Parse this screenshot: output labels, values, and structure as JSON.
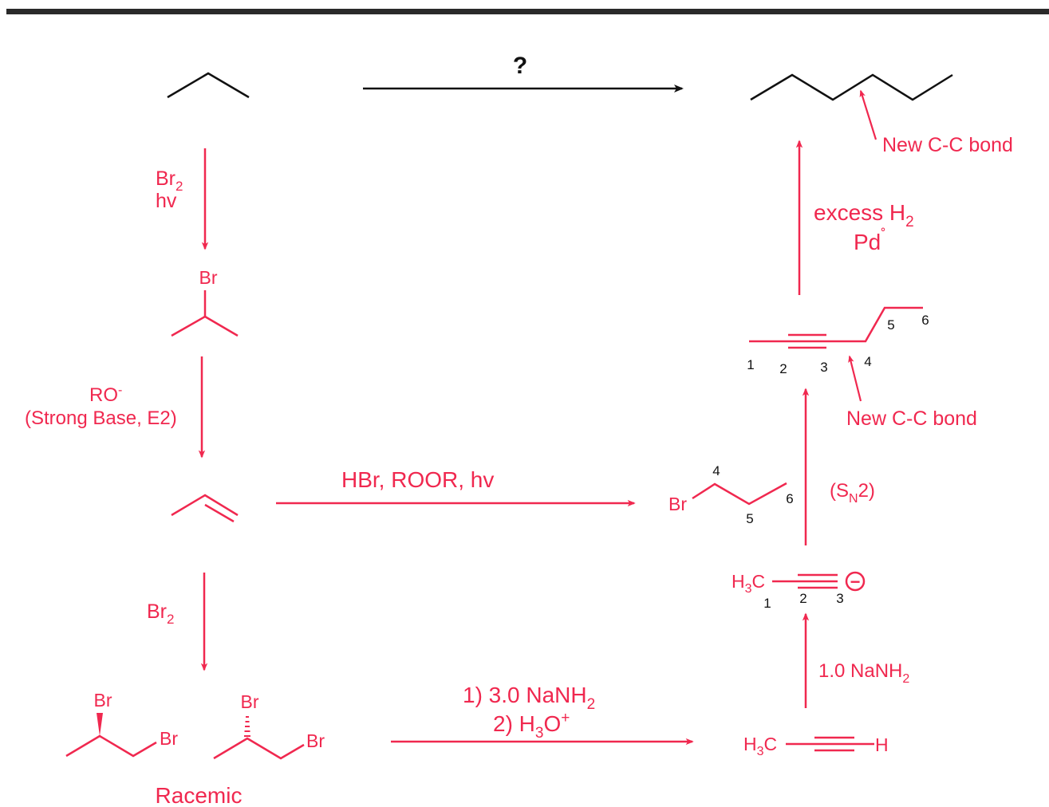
{
  "colors": {
    "reagent": "#f0284f",
    "structure": "#111111",
    "rule": "#2a2a2a"
  },
  "top_arrow": {
    "label": "?"
  },
  "step_bromination": {
    "reagent": "Br",
    "reagent_sub": "2",
    "condition": "hv"
  },
  "bromopropane": {
    "br_label": "Br"
  },
  "step_elimination": {
    "base": "RO",
    "base_charge": "-",
    "note": "(Strong Base, E2)"
  },
  "step_hbr": {
    "label": "HBr, ROOR, hv"
  },
  "bromopropane_linear": {
    "br_label": "Br",
    "num4": "4",
    "num5": "5",
    "num6": "6",
    "sn2": "(S",
    "sn2_sub": "N",
    "sn2_end": "2)"
  },
  "step_dibromination": {
    "reagent": "Br",
    "reagent_sub": "2"
  },
  "dibromides": {
    "br_a": "Br",
    "br_b": "Br",
    "br_c": "Br",
    "br_d": "Br",
    "label": "Racemic"
  },
  "step_nanh2_excess": {
    "line1": "1) 3.0 NaNH",
    "line1_sub": "2",
    "line2": "2) H",
    "line2_sub": "3",
    "line2_end": "O",
    "line2_sup": "+"
  },
  "propyne": {
    "h3c": "H",
    "h3c_sub": "3",
    "h3c_end": "C",
    "h": "H"
  },
  "step_nanh2_one": {
    "label": "1.0 NaNH",
    "label_sub": "2"
  },
  "acetylide": {
    "h3c": "H",
    "h3c_sub": "3",
    "h3c_end": "C",
    "charge": "−",
    "n1": "1",
    "n2": "2",
    "n3": "3"
  },
  "hexyne": {
    "n1": "1",
    "n2": "2",
    "n3": "3",
    "n4": "4",
    "n5": "5",
    "n6": "6",
    "new_bond": "New C-C bond"
  },
  "step_hydrogenation": {
    "line1": "excess H",
    "line1_sub": "2",
    "line2": "Pd",
    "line2_sup": "˚"
  },
  "hexane": {
    "new_bond": "New C-C bond"
  }
}
